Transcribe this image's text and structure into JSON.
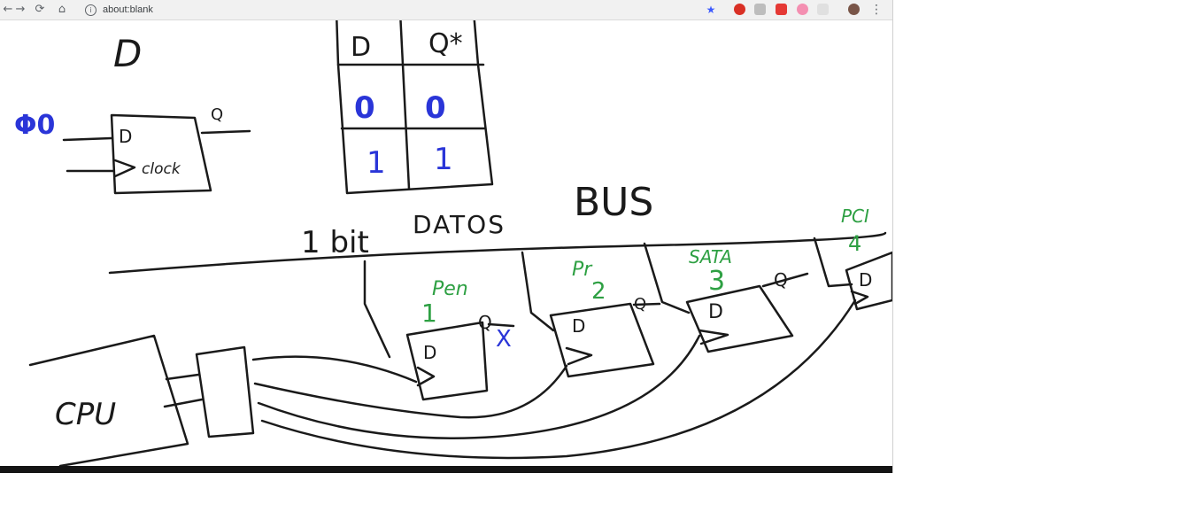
{
  "browser": {
    "url": "about:blank",
    "nav": {
      "back": "←",
      "forward": "→",
      "reload": "⟳",
      "home": "⌂"
    },
    "info_glyph": "i",
    "star_glyph": "★",
    "menu_glyph": "⋮",
    "colors": {
      "star": "#3d5afe",
      "ext_red": "#d93025",
      "ext_pink": "#e91e63",
      "ext_gray": "#9e9e9e"
    }
  },
  "drawing": {
    "ink_color": "#1a1a1a",
    "blue_ink": "#2a35d8",
    "green_ink": "#2ea043",
    "flipflop_title": "D",
    "phi0_label": "Φ0",
    "ff_d_label": "D",
    "ff_clk_label": "clock",
    "ff_q_label": "Q",
    "truth_table": {
      "headers": [
        "D",
        "Q*"
      ],
      "rows": [
        [
          "0",
          "0"
        ],
        [
          "1",
          "1"
        ]
      ]
    },
    "bus_label": "BUS",
    "bus_width_label": "1 bit",
    "bus_type_label": "DATOS",
    "cpu_label": "CPU",
    "peripherals": [
      {
        "number": "1",
        "name": "Pen",
        "d_label": "D",
        "q_label": "Q",
        "x_mark": "X"
      },
      {
        "number": "2",
        "name": "Pr",
        "d_label": "D",
        "q_label": "Q"
      },
      {
        "number": "3",
        "name": "SATA",
        "d_label": "D",
        "q_label": "Q"
      },
      {
        "number": "4",
        "name": "PCI",
        "d_label": "D"
      }
    ]
  }
}
